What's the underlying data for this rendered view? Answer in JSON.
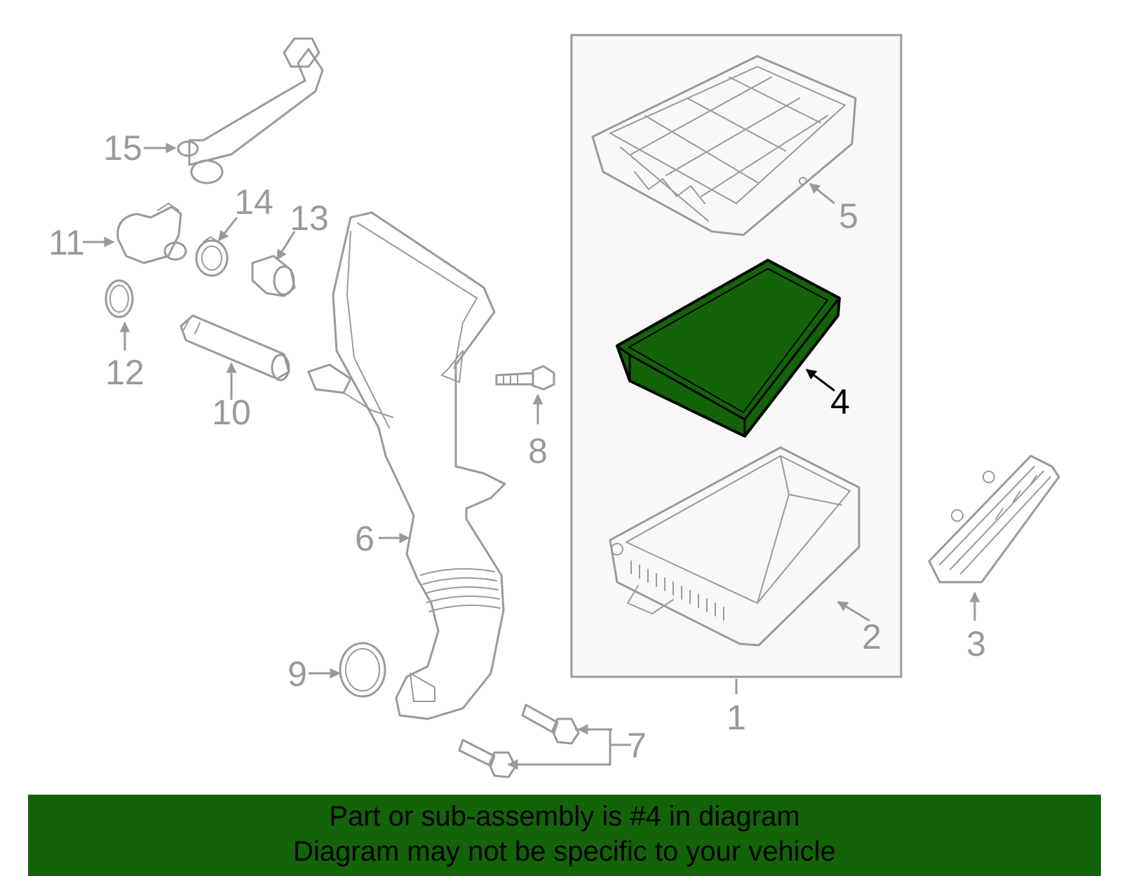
{
  "diagram": {
    "highlight_color": "#136408",
    "part_color": "#9a9a9a",
    "assembly_box_color": "#f8f8f8",
    "callouts": [
      {
        "id": "1",
        "label": "1"
      },
      {
        "id": "2",
        "label": "2"
      },
      {
        "id": "3",
        "label": "3"
      },
      {
        "id": "4",
        "label": "4",
        "highlighted": true
      },
      {
        "id": "5",
        "label": "5"
      },
      {
        "id": "6",
        "label": "6"
      },
      {
        "id": "7",
        "label": "7"
      },
      {
        "id": "8",
        "label": "8"
      },
      {
        "id": "9",
        "label": "9"
      },
      {
        "id": "10",
        "label": "10"
      },
      {
        "id": "11",
        "label": "11"
      },
      {
        "id": "12",
        "label": "12"
      },
      {
        "id": "13",
        "label": "13"
      },
      {
        "id": "14",
        "label": "14"
      },
      {
        "id": "15",
        "label": "15"
      }
    ]
  },
  "footer": {
    "line1": "Part or sub-assembly is #4 in diagram",
    "line2": "Diagram may not be specific to your vehicle"
  }
}
